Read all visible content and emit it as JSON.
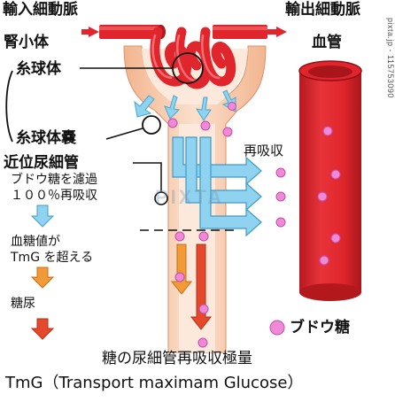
{
  "labels": {
    "afferent": "輸入細動脈",
    "efferent": "輸出細動脈",
    "kidney_body": "腎小体",
    "glomerulus": "糸球体",
    "bowman": "糸球体嚢",
    "blood_vessel": "血管",
    "proximal_tubule": "近位尿細管",
    "reabsorb": "再吸収",
    "filter_line1": "ブドウ糖を濾過",
    "filter_line2": "１００％再吸収",
    "exceed_line1": "血糖値が",
    "exceed_line2": "TmG を超える",
    "glycosuria": "糖尿",
    "legend_glucose": "ブドウ糖",
    "title_jp": "糖の尿細管再吸収極量",
    "title_en": "TmG（Transport maximam Glucose）"
  },
  "watermark": {
    "side_text": "pixta.jp - 115753090",
    "center_text": "PIXTA"
  },
  "colors": {
    "vessel_red": "#e0262c",
    "vessel_dark": "#b3181d",
    "tubule_skin": "#f6c7a5",
    "tubule_inner": "#fbe3d0",
    "arrow_blue": "#8fd3f0",
    "arrow_orange": "#f29a38",
    "arrow_red": "#e5492b",
    "glucose_pink": "#f08ad8"
  }
}
